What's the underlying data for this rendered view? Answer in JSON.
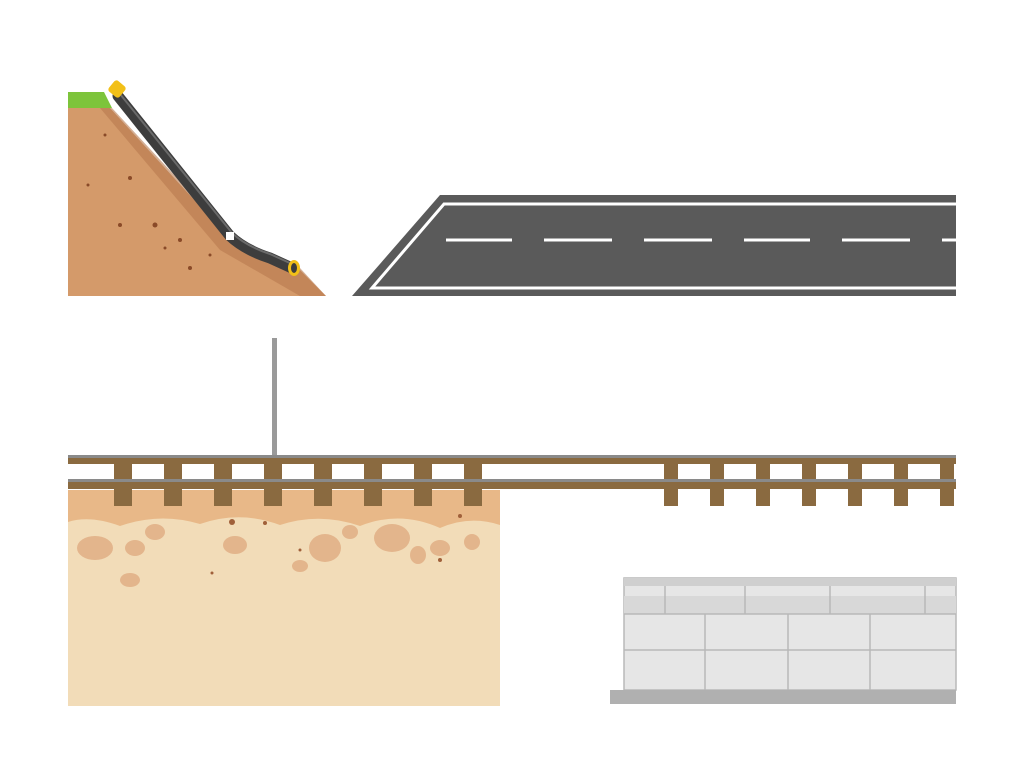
{
  "scene": {
    "panels": [
      {
        "id": "slope",
        "kind": "pipe-on-soil-slope"
      },
      {
        "id": "road",
        "kind": "asphalt-road-segment"
      },
      {
        "id": "pole",
        "kind": "vertical-pole"
      },
      {
        "id": "railway",
        "kind": "railway-track"
      },
      {
        "id": "ground",
        "kind": "sandy-soil-cross-section"
      },
      {
        "id": "wall",
        "kind": "concrete-block-wall"
      }
    ]
  },
  "colors": {
    "background": "#ffffff",
    "grass": "#7dc43b",
    "soil_dark": "#c98b5e",
    "soil_mid": "#d9a06e",
    "soil_light": "#f0d9b5",
    "asphalt": "#5a5a5a",
    "road_marking": "#ffffff",
    "pipe": "#3d3d3d",
    "pipe_fitting": "#f2c018",
    "rail": "#8a8a8a",
    "sleeper": "#8a6a40",
    "wall": "#e6e6e6",
    "wall_line": "#b8b8b8",
    "pole": "#9a9a9a"
  }
}
